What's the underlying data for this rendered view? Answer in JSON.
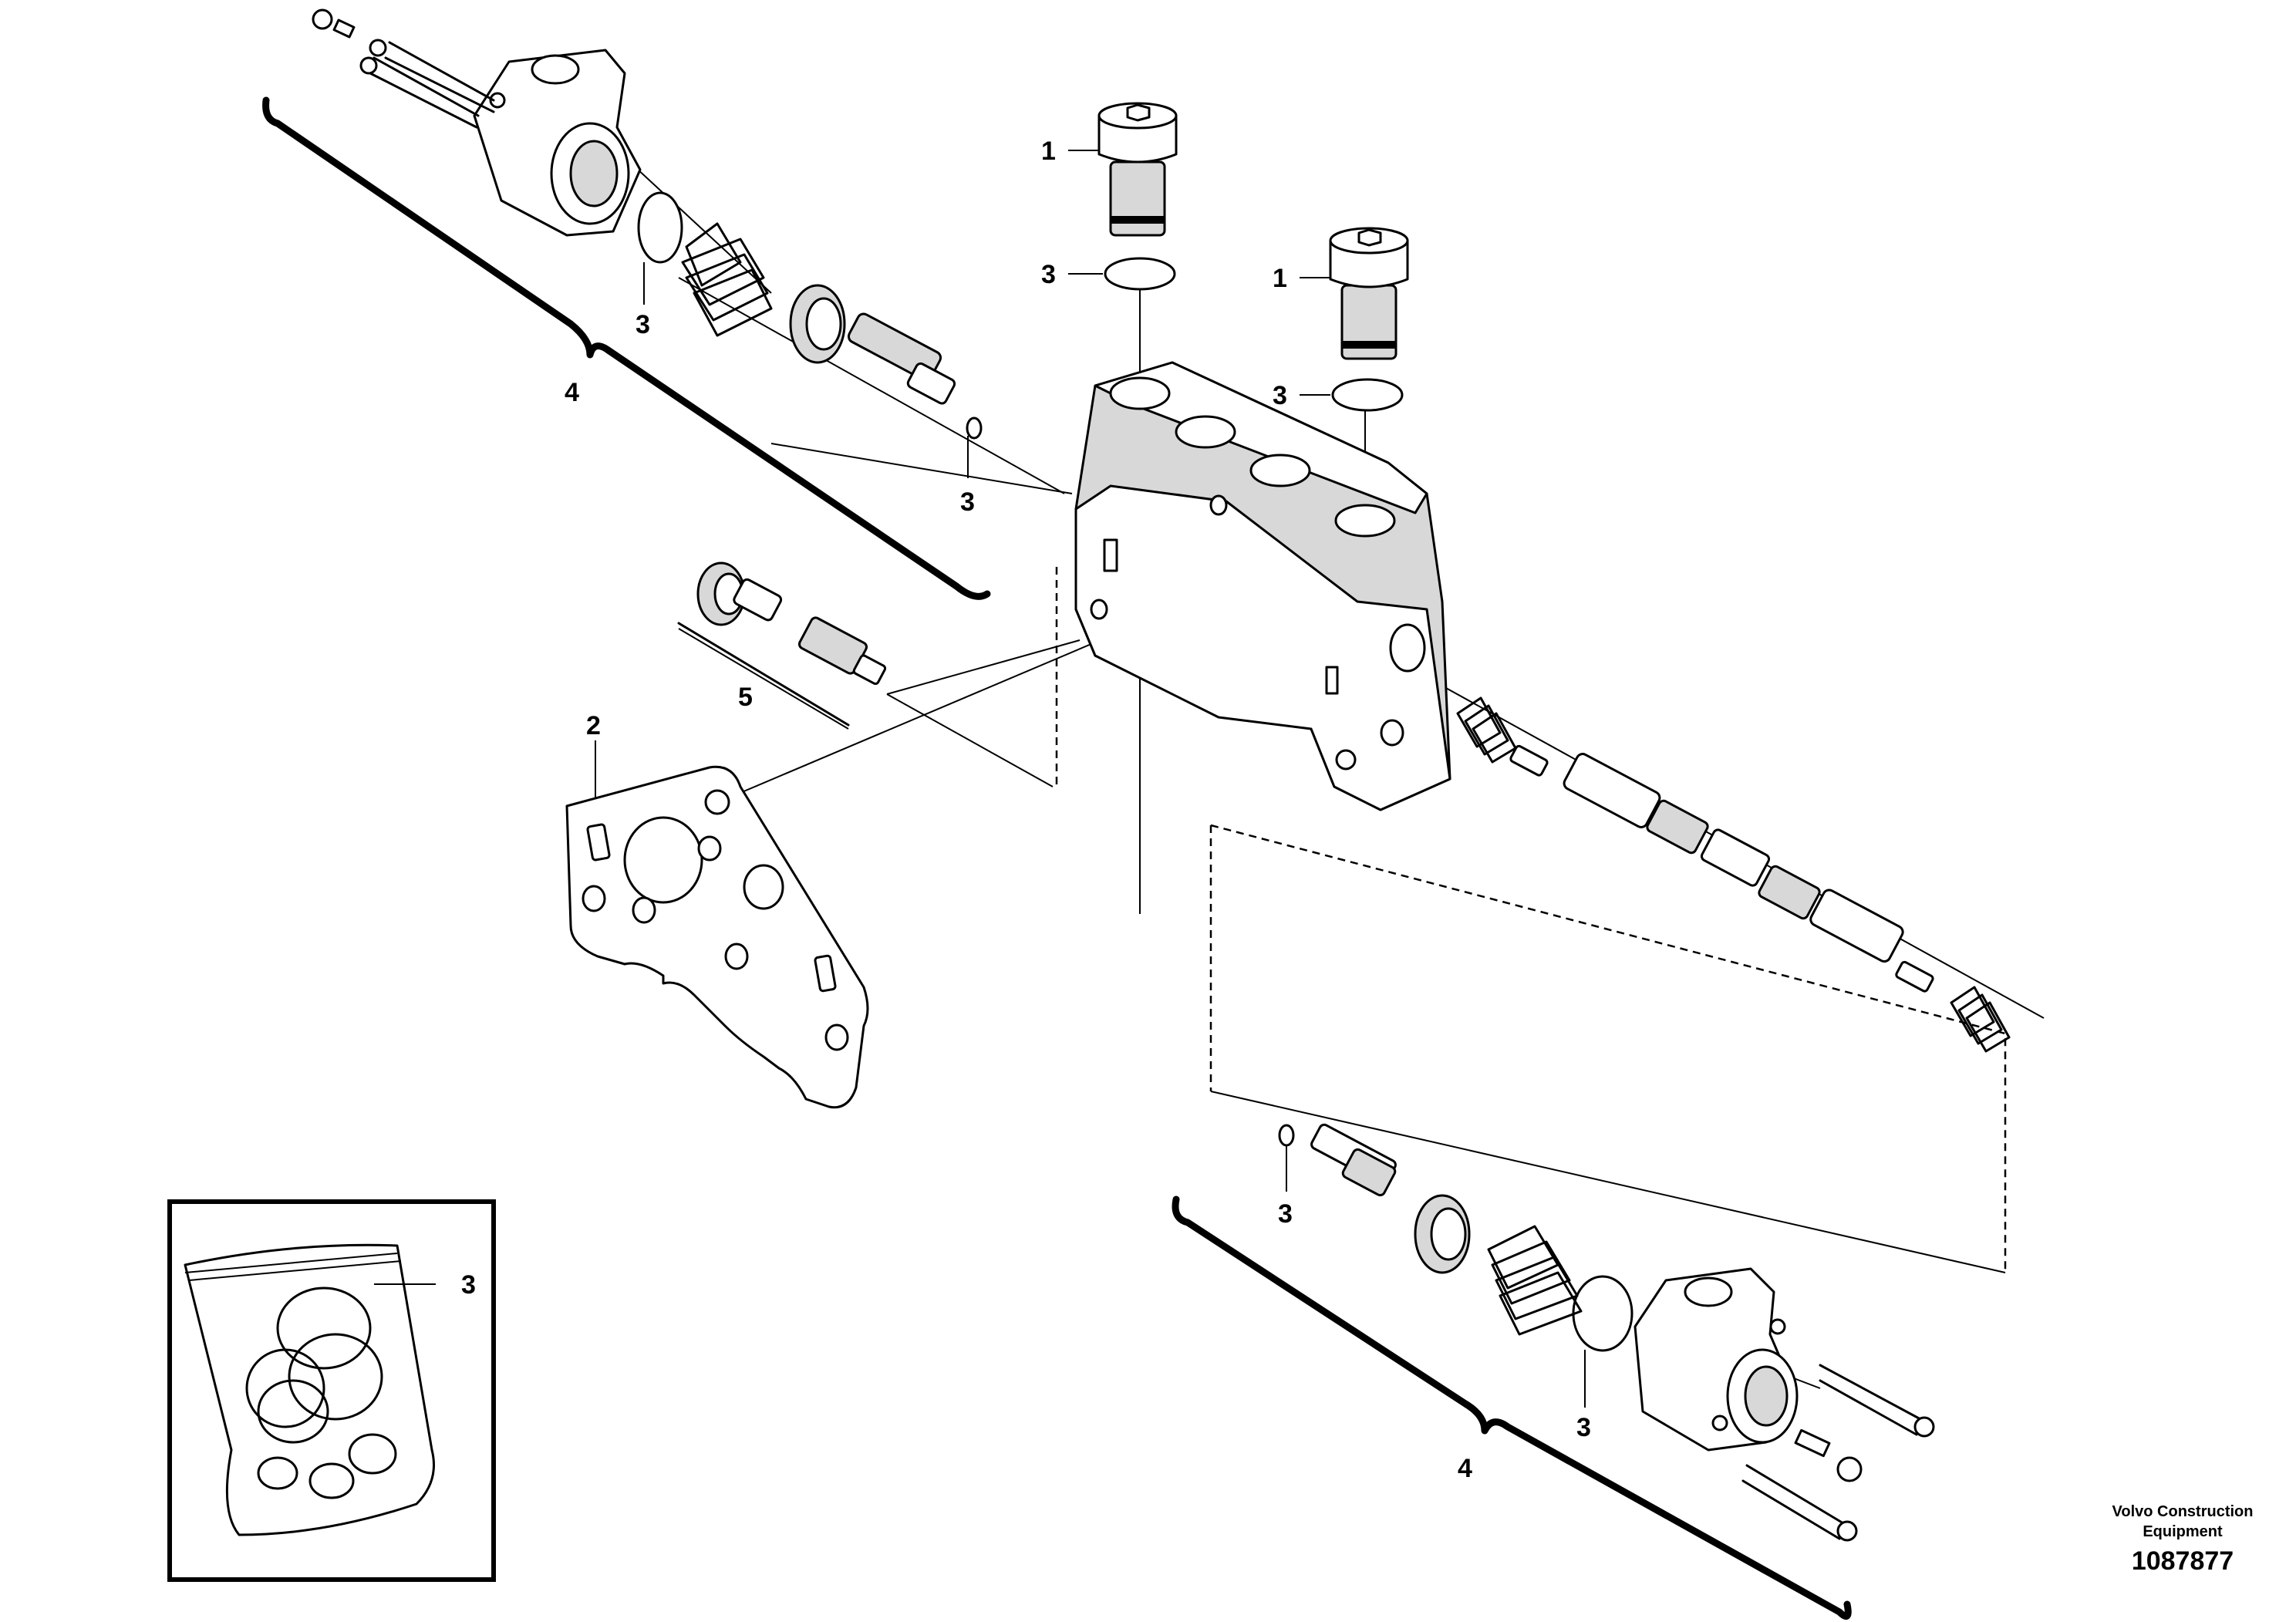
{
  "callouts": {
    "c1a": "1",
    "c1b": "1",
    "c2": "2",
    "c3a": "3",
    "c3b": "3",
    "c3c": "3",
    "c3d": "3",
    "c3e": "3",
    "c3f": "3",
    "c3g": "3",
    "c4a": "4",
    "c4b": "4",
    "c5": "5"
  },
  "credit": {
    "line1": "Volvo Construction",
    "line2": "Equipment",
    "number": "1087877"
  }
}
